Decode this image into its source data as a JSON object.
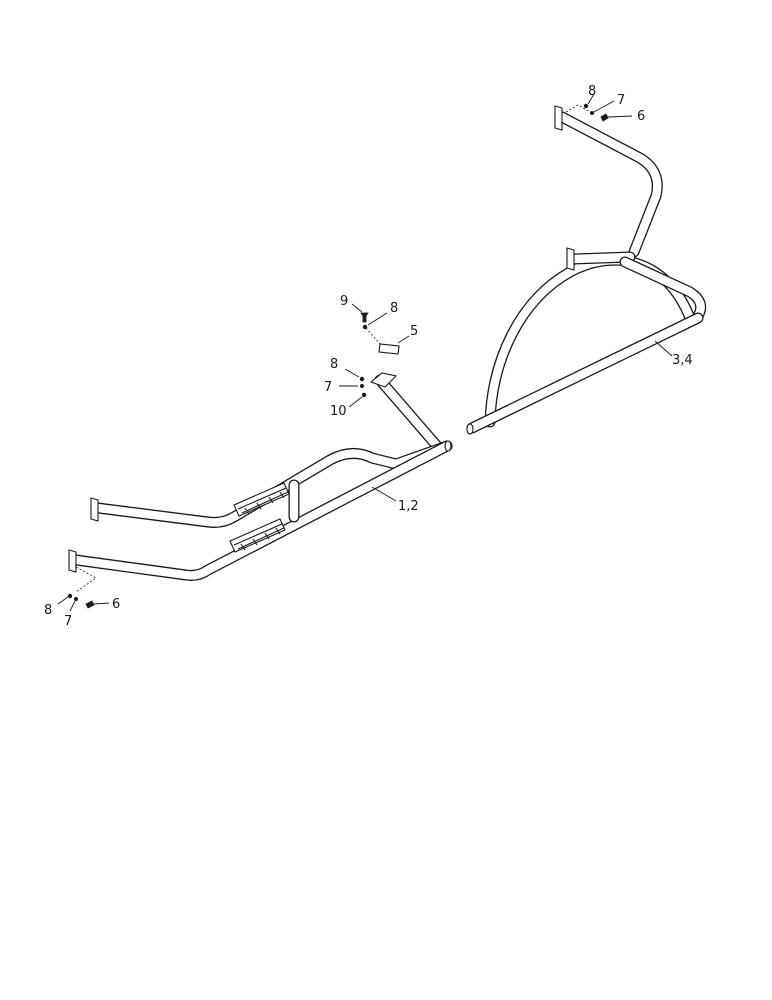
{
  "callouts": {
    "bolt_top_right": "6",
    "lockwasher_top_right": "7",
    "nut_top_right": "8",
    "screw_top_center": "9",
    "nut_top_center": "8",
    "clamp_plate": "5",
    "nut_mid_center": "8",
    "washer_mid_center": "7",
    "fastener_mid_center": "10",
    "rear_rail_assembly": "3,4",
    "front_rail_assembly": "1,2",
    "bolt_bottom_left": "6",
    "nut_bottom_left": "8",
    "lockwasher_bottom_left": "7"
  }
}
